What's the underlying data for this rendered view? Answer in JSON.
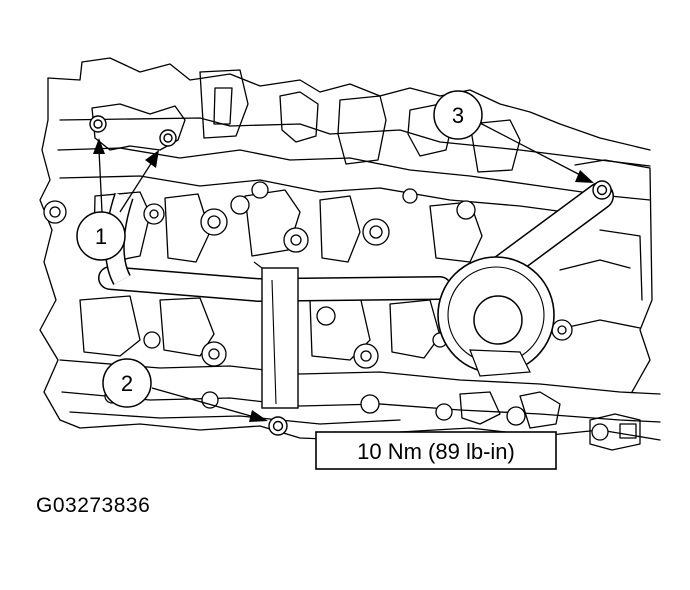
{
  "diagram": {
    "callouts": [
      {
        "id": "callout-1",
        "label": "1"
      },
      {
        "id": "callout-2",
        "label": "2"
      },
      {
        "id": "callout-3",
        "label": "3"
      }
    ],
    "torque_spec": "10 Nm (89 lb-in)",
    "figure_id": "G03273836"
  },
  "colors": {
    "line": "#000000",
    "hatch": "#a0a0a0",
    "background": "#ffffff"
  }
}
